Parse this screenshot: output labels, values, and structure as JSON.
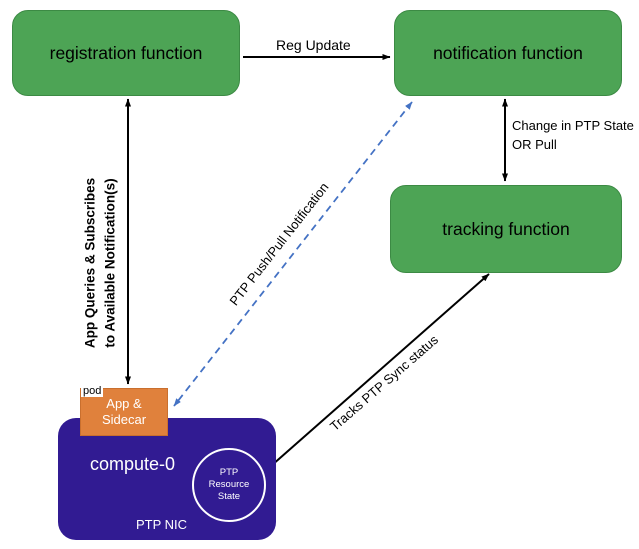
{
  "diagram": {
    "nodes": {
      "registration": {
        "label": "registration function"
      },
      "notification": {
        "label": "notification function"
      },
      "tracking": {
        "label": "tracking function"
      },
      "compute": {
        "label": "compute-0",
        "sublabel": "PTP NIC"
      },
      "ptp_resource": {
        "line1": "PTP",
        "line2": "Resource",
        "line3": "State"
      },
      "pod": {
        "tag": "pod",
        "line1": "App &",
        "line2": "Sidecar"
      }
    },
    "edges": {
      "reg_update": {
        "label": "Reg Update"
      },
      "change_state": {
        "line1": "Change in PTP State",
        "line2": "OR Pull"
      },
      "app_queries": {
        "line1": "App Queries & Subscribes",
        "line2": "to Available Notification(s)"
      },
      "ptp_push": {
        "label": "PTP Push/Pull Notification"
      },
      "tracks": {
        "label": "Tracks PTP Sync status"
      }
    },
    "colors": {
      "node_green": "#4DA455",
      "compute_purple": "#311B92",
      "pod_orange": "#E0813C",
      "dashed_blue": "#4472C4",
      "arrow_black": "#000000"
    }
  }
}
